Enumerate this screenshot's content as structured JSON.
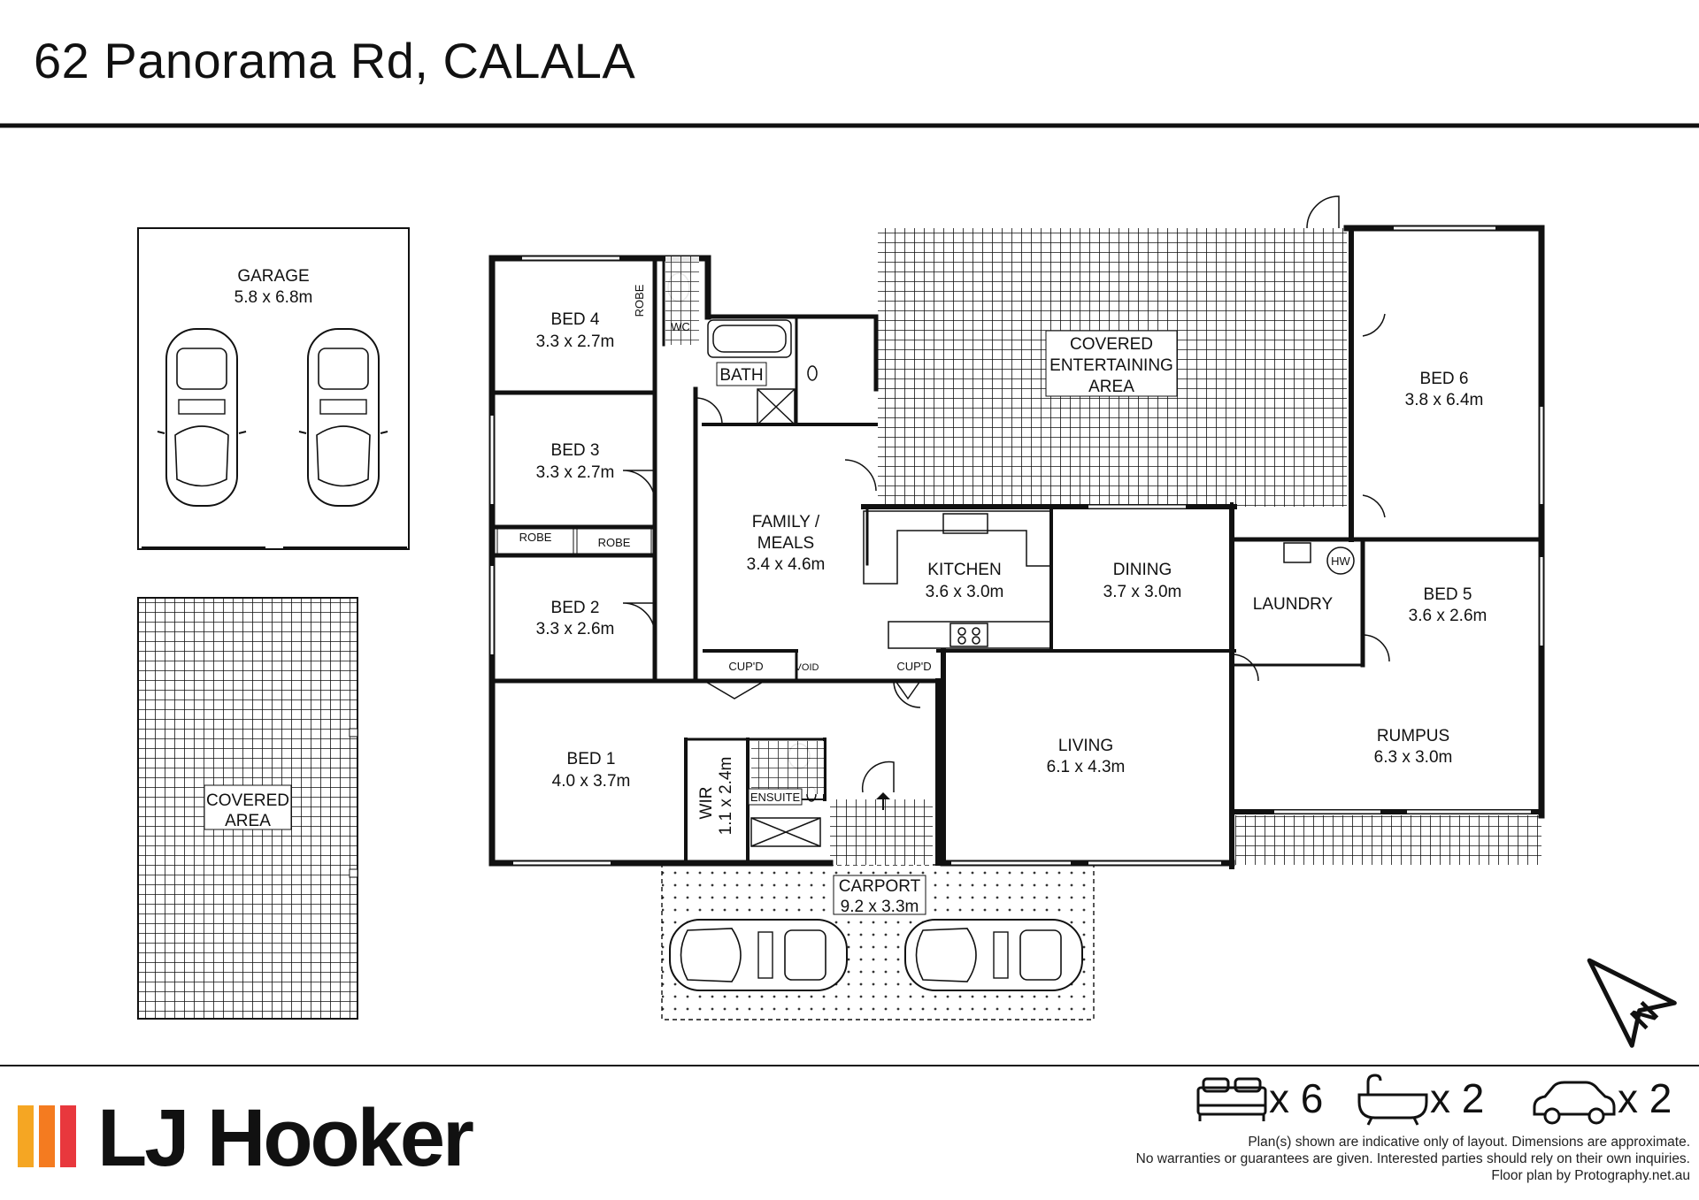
{
  "header": {
    "title": "62 Panorama Rd, CALALA"
  },
  "rooms": {
    "garage": {
      "name": "GARAGE",
      "size": "5.8 x 6.8m"
    },
    "covered_area": {
      "line1": "COVERED",
      "line2": "AREA"
    },
    "bed4": {
      "name": "BED 4",
      "size": "3.3 x 2.7m"
    },
    "robe_bed4": "ROBE",
    "wc": "WC",
    "bath": "BATH",
    "bed3": {
      "name": "BED 3",
      "size": "3.3 x 2.7m"
    },
    "robe_a": "ROBE",
    "robe_b": "ROBE",
    "bed2": {
      "name": "BED 2",
      "size": "3.3 x 2.6m"
    },
    "family": {
      "line1": "FAMILY /",
      "line2": "MEALS",
      "size": "3.4 x 4.6m"
    },
    "cupd_a": "CUP'D",
    "void": "VOID",
    "cupd_b": "CUP'D",
    "bed1": {
      "name": "BED 1",
      "size": "4.0 x 3.7m"
    },
    "wir": {
      "name": "WIR",
      "size": "1.1 x 2.4m"
    },
    "ensuite": "ENSUITE",
    "entertaining": {
      "line1": "COVERED",
      "line2": "ENTERTAINING",
      "line3": "AREA"
    },
    "kitchen": {
      "name": "KITCHEN",
      "size": "3.6 x 3.0m"
    },
    "dining": {
      "name": "DINING",
      "size": "3.7 x 3.0m"
    },
    "living": {
      "name": "LIVING",
      "size": "6.1 x 4.3m"
    },
    "bed6": {
      "name": "BED 6",
      "size": "3.8 x 6.4m"
    },
    "laundry": {
      "name": "LAUNDRY"
    },
    "hw": "HW",
    "bed5": {
      "name": "BED 5",
      "size": "3.6 x 2.6m"
    },
    "rumpus": {
      "name": "RUMPUS",
      "size": "6.3 x 3.0m"
    },
    "carport": {
      "name": "CARPORT",
      "size": "9.2 x 3.3m"
    }
  },
  "compass": {
    "label": "N"
  },
  "stats": {
    "beds": "x 6",
    "baths": "x 2",
    "cars": "x 2"
  },
  "brand": {
    "name": "LJ Hooker",
    "colors": [
      "#f5a623",
      "#f47b20",
      "#e8383d"
    ]
  },
  "disclaimer": {
    "line1": "Plan(s) shown are indicative only of layout. Dimensions are approximate.",
    "line2": "No warranties or guarantees are given. Interested parties should rely on their own inquiries.",
    "line3": "Floor plan by Protography.net.au"
  }
}
